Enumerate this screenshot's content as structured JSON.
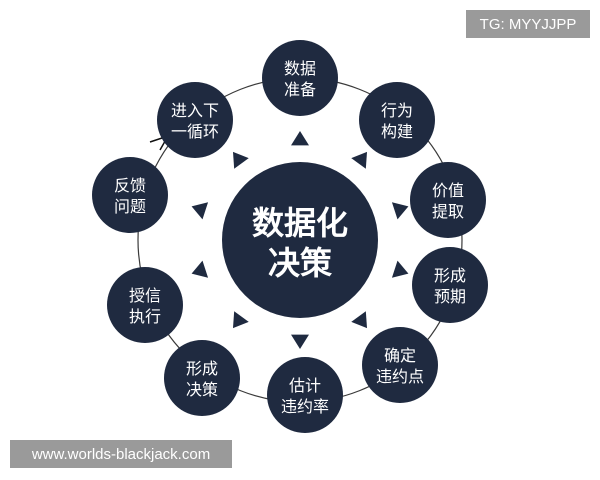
{
  "colors": {
    "node_fill": "#1f2a40",
    "node_text": "#ffffff",
    "ring": "#3a3a3a",
    "watermark_bg": "#9a9a9a"
  },
  "center": {
    "lines": [
      "数据化",
      "决策"
    ]
  },
  "cycle_nodes": [
    {
      "lines": [
        "数据",
        "准备"
      ]
    },
    {
      "lines": [
        "行为",
        "构建"
      ]
    },
    {
      "lines": [
        "价值",
        "提取"
      ]
    },
    {
      "lines": [
        "形成",
        "预期"
      ]
    },
    {
      "lines": [
        "确定",
        "违约点"
      ]
    },
    {
      "lines": [
        "估计",
        "违约率"
      ]
    },
    {
      "lines": [
        "形成",
        "决策"
      ]
    },
    {
      "lines": [
        "授信",
        "执行"
      ]
    },
    {
      "lines": [
        "反馈",
        "问题"
      ]
    },
    {
      "lines": [
        "进入下",
        "一循环"
      ]
    }
  ],
  "watermarks": {
    "top": "TG: MYYJJPP",
    "bottom": "www.worlds-blackjack.com"
  }
}
